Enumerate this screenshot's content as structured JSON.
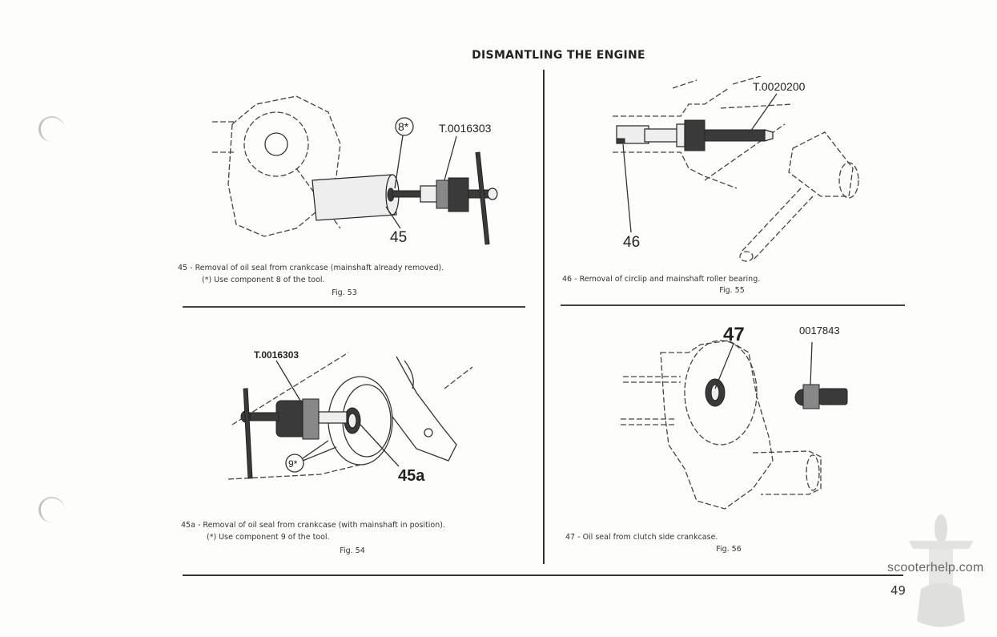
{
  "page": {
    "title": "DISMANTLING THE ENGINE",
    "page_number": "49",
    "watermark": "scooterhelp.com"
  },
  "figures": [
    {
      "id": "fig53",
      "callouts": {
        "part": "45",
        "component": "8*",
        "tool": "T.0016303"
      },
      "caption_number": "45",
      "caption_line1": "Removal of oil seal from crankcase (mainshaft already removed).",
      "caption_line2": "(*) Use component 8 of the tool.",
      "fig_label": "Fig. 53"
    },
    {
      "id": "fig55",
      "callouts": {
        "part": "46",
        "tool": "T.0020200"
      },
      "caption_number": "46",
      "caption_line1": "Removal of circlip and mainshaft roller bearing.",
      "fig_label": "Fig. 55"
    },
    {
      "id": "fig54",
      "callouts": {
        "part": "45a",
        "component": "9*",
        "tool": "T.0016303"
      },
      "caption_number": "45a",
      "caption_line1": "Removal of oil seal from crankcase (with mainshaft in position).",
      "caption_line2": "(*) Use component 9 of the tool.",
      "fig_label": "Fig. 54"
    },
    {
      "id": "fig56",
      "callouts": {
        "part": "47",
        "tool": "0017843"
      },
      "caption_number": "47",
      "caption_line1": "Oil seal from clutch side crankcase.",
      "fig_label": "Fig. 56"
    }
  ]
}
